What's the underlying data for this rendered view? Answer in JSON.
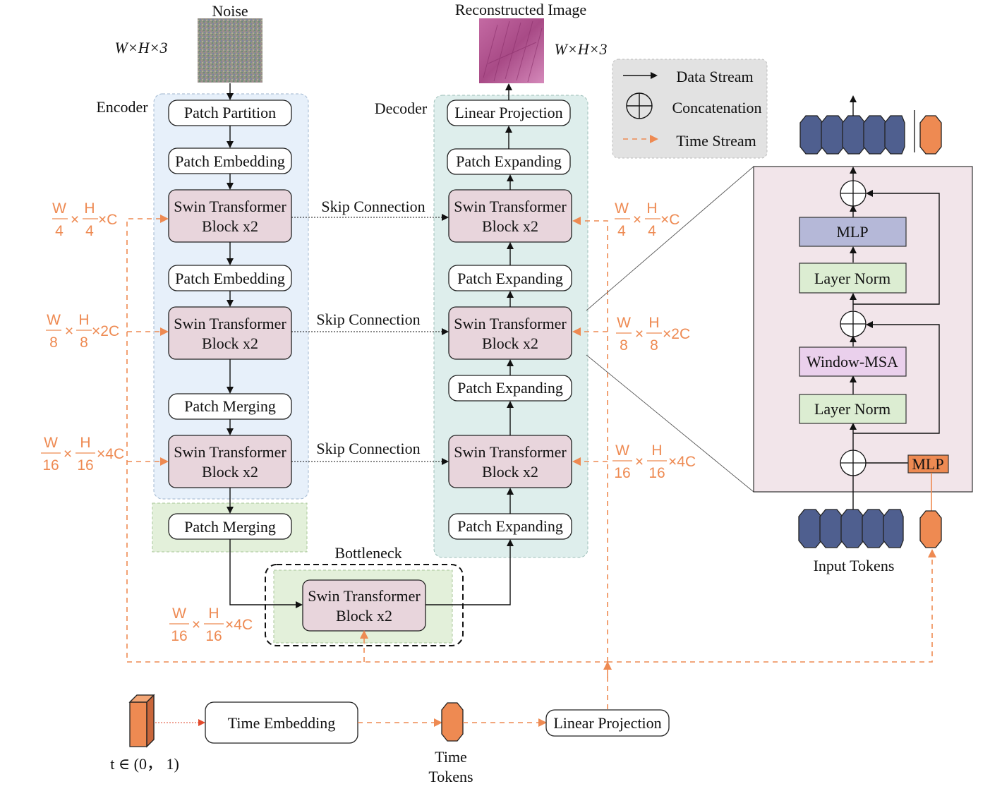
{
  "top": {
    "noise_label": "Noise",
    "recon_label": "Reconstructed Image",
    "noise_dims": "W×H×3",
    "recon_dims": "W×H×3"
  },
  "encoder": {
    "title": "Encoder",
    "patch_partition": "Patch Partition",
    "patch_embedding_1": "Patch Embedding",
    "patch_embedding_2": "Patch Embedding",
    "patch_merging_1": "Patch Merging",
    "patch_merging_2": "Patch Merging",
    "swin_line1": "Swin Transformer",
    "swin_line2": "Block x2"
  },
  "decoder": {
    "title": "Decoder",
    "linear_projection": "Linear Projection",
    "patch_expanding": "Patch Expanding",
    "swin_line1": "Swin Transformer",
    "swin_line2": "Block x2"
  },
  "skip_label": "Skip Connection",
  "bottleneck": {
    "title": "Bottleneck",
    "swin_line1": "Swin Transformer",
    "swin_line2": "Block x2"
  },
  "dims": {
    "one": {
      "w": "W",
      "wd": "4",
      "h": "H",
      "hd": "4",
      "c": "×C"
    },
    "two": {
      "w": "W",
      "wd": "8",
      "h": "H",
      "hd": "8",
      "c": "×2C"
    },
    "three": {
      "w": "W",
      "wd": "16",
      "h": "H",
      "hd": "16",
      "c": "×4C"
    },
    "times": "×"
  },
  "legend": {
    "data_stream": "Data Stream",
    "concatenation": "Concatenation",
    "time_stream": "Time Stream"
  },
  "detail": {
    "mlp_top": "MLP",
    "layer_norm": "Layer Norm",
    "window_msa": "Window-MSA",
    "mlp_small": "MLP",
    "input_tokens": "Input Tokens"
  },
  "time": {
    "t_label": "t ∈ (0， 1)",
    "time_embedding": "Time Embedding",
    "time_tokens_1": "Time",
    "time_tokens_2": "Tokens",
    "linear_projection": "Linear Projection"
  },
  "colors": {
    "accent_orange": "#ee8a52",
    "token_blue": "#4f5f8f",
    "encoder_bg": "#e7f0fa",
    "decoder_bg": "#deeeec",
    "green_bg": "#e3f0da",
    "swin_fill": "#e8d5dc"
  }
}
